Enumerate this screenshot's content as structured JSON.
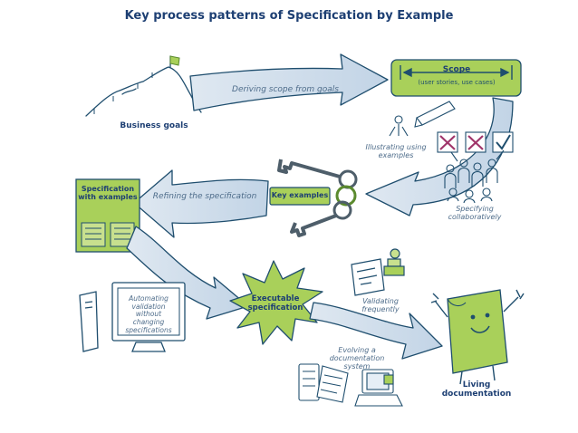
{
  "title": "Key process patterns of Specification by Example",
  "labels": {
    "business_goals": "Business goals",
    "deriving_scope": "Deriving scope from goals",
    "scope": "Scope",
    "scope_sub": "(user stories, use cases)",
    "illustrating": "Illustrating using examples",
    "specifying": "Specifying collaboratively",
    "key_examples": "Key examples",
    "refining": "Refining the specification",
    "spec_with_examples": "Specification with examples",
    "automating": "Automating validation without changing specifications",
    "executable": "Executable specification",
    "validating": "Validating frequently",
    "evolving": "Evolving a documentation system",
    "living": "Living documentation"
  },
  "colors": {
    "accent_green": "#a9d05a",
    "green_stroke": "#5b8a2e",
    "arrow_fill": "#c8d8e8",
    "ink": "#1f4e6e",
    "title": "#1d3f73"
  },
  "icons": [
    "flag-icon",
    "key-icon",
    "check-icon",
    "cross-icon",
    "computer-icon",
    "stamp-icon",
    "document-icon",
    "people-icon"
  ]
}
